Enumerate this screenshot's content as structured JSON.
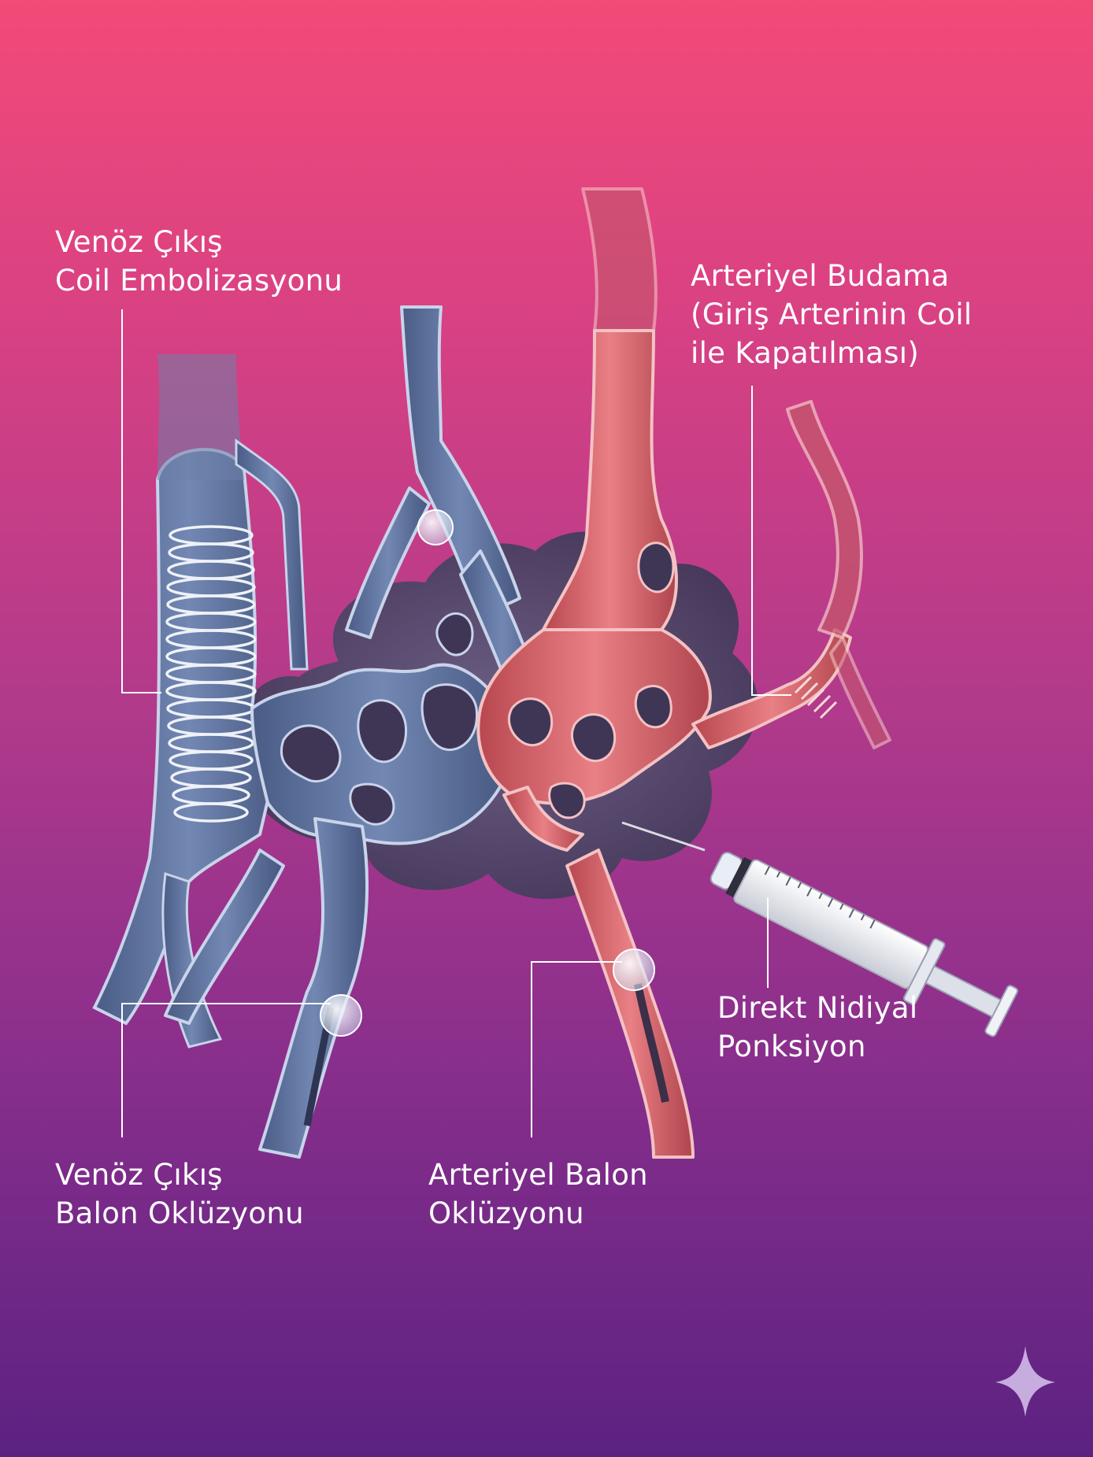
{
  "labels": {
    "venous_coil": {
      "line1": "Venöz Çıkış",
      "line2": "Coil Embolizasyonu"
    },
    "arterial_pruning": {
      "line1": "Arteriyel Budama",
      "line2": "(Giriş Arterinin Coil",
      "line3": "ile Kapatılması)"
    },
    "direct_puncture": {
      "line1": "Direkt Nidiyal",
      "line2": "Ponksiyon"
    },
    "venous_balloon": {
      "line1": "Venöz Çıkış",
      "line2": "Balon Oklüzyonu"
    },
    "arterial_balloon": {
      "line1": "Arteriyel Balon",
      "line2": "Oklüzyonu"
    }
  },
  "colors": {
    "background_top": "#f34a78",
    "background_bottom": "#5c2282",
    "vein": "#5b6f99",
    "artery": "#d9676c",
    "nidus": "#5a4f70",
    "leader_line": "#ffffff"
  },
  "icons": [
    "sparkle-icon",
    "syringe-icon",
    "coil-icon",
    "balloon-icon"
  ]
}
